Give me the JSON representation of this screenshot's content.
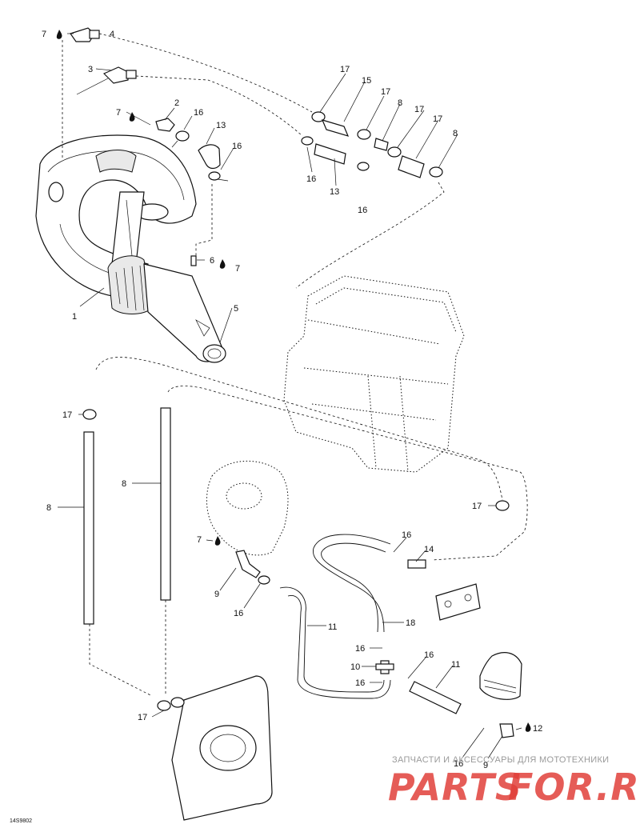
{
  "diagram": {
    "drawing_code": "14S9802",
    "callouts": [
      "7",
      "4",
      "3",
      "7",
      "2",
      "16",
      "13",
      "16",
      "6",
      "7",
      "1",
      "5",
      "17",
      "15",
      "17",
      "8",
      "17",
      "17",
      "8",
      "16",
      "13",
      "16",
      "17",
      "8",
      "8",
      "17",
      "7",
      "9",
      "16",
      "16",
      "14",
      "11",
      "18",
      "16",
      "10",
      "16",
      "16",
      "11",
      "9",
      "12",
      "17",
      "16"
    ]
  },
  "watermark": {
    "top_text": "ЗАПЧАСТИ И АКСЕССУАРЫ ДЛЯ МОТОТЕХНИКИ",
    "brand_left": "PARTS",
    "brand_right": "FOR.RU",
    "brand_color_left": "#e0403a",
    "brand_color_right": "#e0403a"
  }
}
